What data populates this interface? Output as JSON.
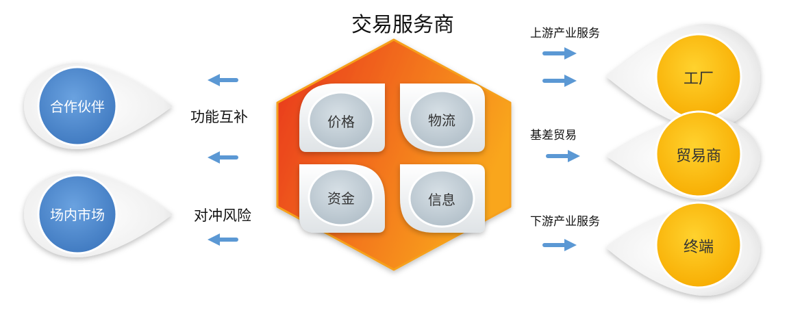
{
  "title": "交易服务商",
  "center": {
    "items": [
      "价格",
      "物流",
      "资金",
      "信息"
    ]
  },
  "left": {
    "labels": [
      "功能互补",
      "对冲风险"
    ],
    "nodes": [
      "合作伙伴",
      "场内市场"
    ]
  },
  "right": {
    "labels": [
      "上游产业服务",
      "基差贸易",
      "下游产业服务"
    ],
    "nodes": [
      "工厂",
      "贸易商",
      "终端"
    ]
  },
  "colors": {
    "hex_light": "#f7a21a",
    "hex_dark": "#e8301c",
    "blue_node": "#4f8bd0",
    "yellow_node": "#ffbe10",
    "arrow": "#5b98d4",
    "inner_circle": "#c4d0d8"
  }
}
